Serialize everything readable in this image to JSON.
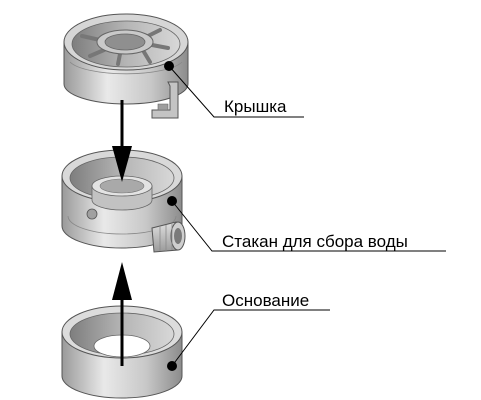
{
  "labels": {
    "lid": "Крышка",
    "cup": "Стакан для сбора воды",
    "base": "Основание"
  },
  "colors": {
    "metal_light": "#e6e6e6",
    "metal_mid": "#bcbcbc",
    "metal_dark": "#8a8a8a",
    "outline": "#555555",
    "arrow": "#000000",
    "leader": "#000000"
  }
}
